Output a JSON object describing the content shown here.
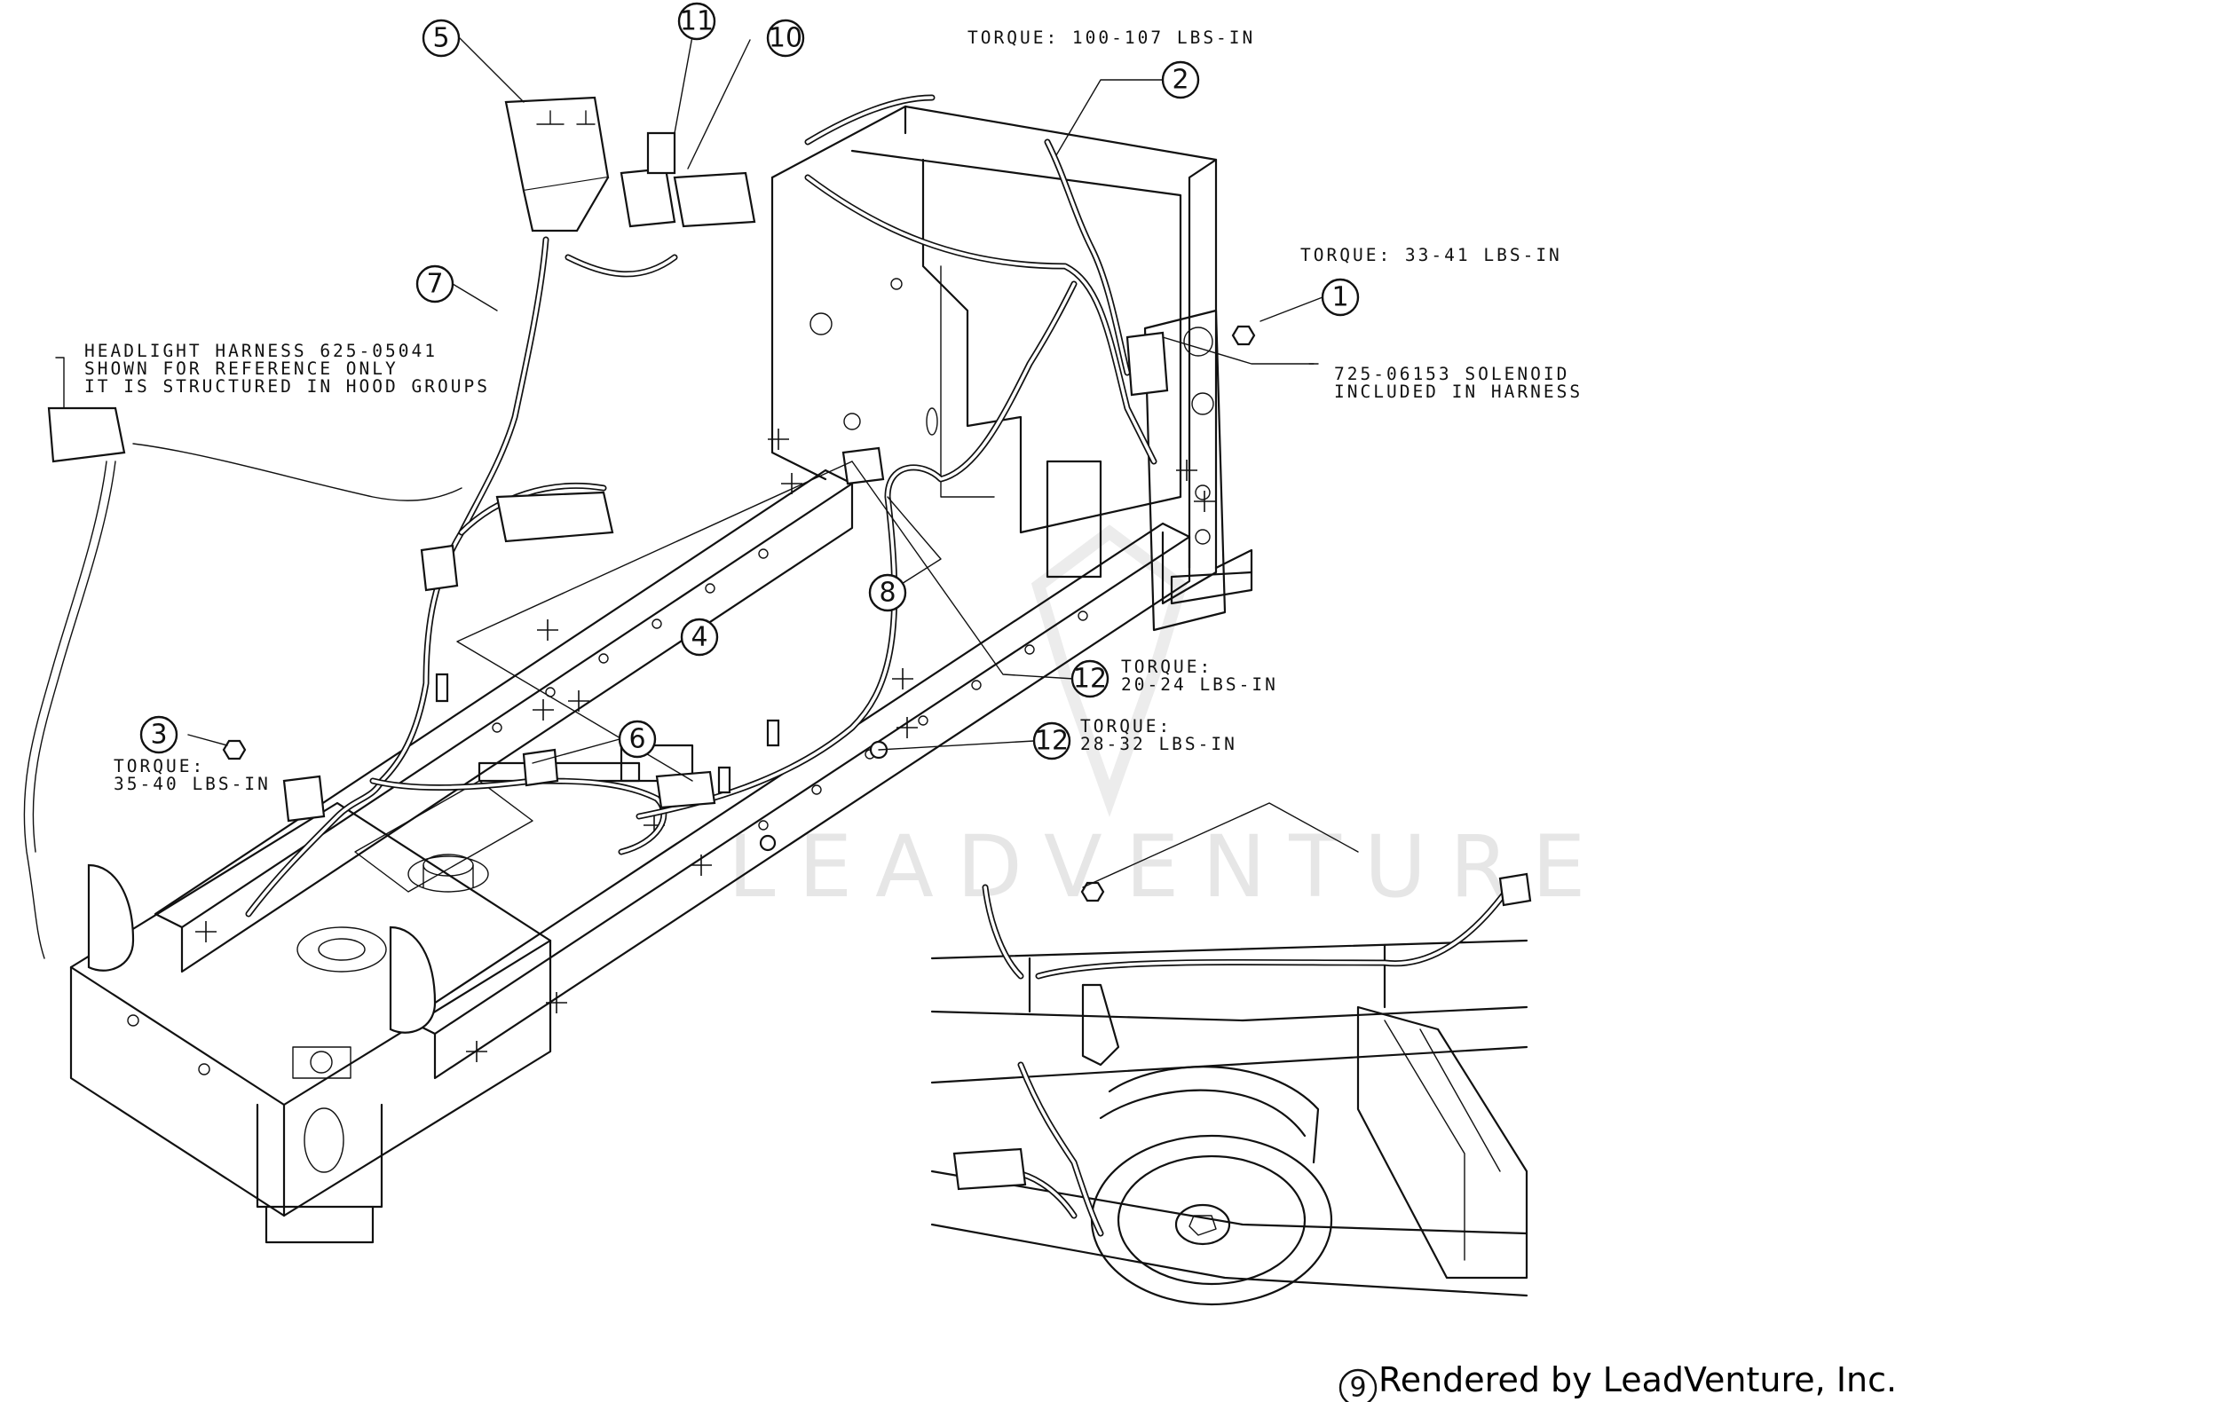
{
  "notes": {
    "torque_2": [
      "TORQUE: 100-107 LBS-IN"
    ],
    "torque_1": [
      "TORQUE: 33-41 LBS-IN"
    ],
    "solenoid": [
      "725-06153 SOLENOID",
      "INCLUDED IN HARNESS"
    ],
    "headlight": [
      "HEADLIGHT HARNESS 625-05041",
      "SHOWN FOR REFERENCE ONLY",
      "IT IS STRUCTURED IN HOOD GROUPS"
    ],
    "torque_3": [
      "TORQUE:",
      "35-40 LBS-IN"
    ],
    "torque_12a": [
      "TORQUE:",
      "20-24 LBS-IN"
    ],
    "torque_12b": [
      "TORQUE:",
      "28-32 LBS-IN"
    ]
  },
  "callouts": [
    "1",
    "2",
    "3",
    "4",
    "5",
    "6",
    "7",
    "8",
    "9",
    "10",
    "11",
    "12",
    "12"
  ],
  "watermark": "LEADVENTURE",
  "credit": "Rendered by LeadVenture, Inc."
}
